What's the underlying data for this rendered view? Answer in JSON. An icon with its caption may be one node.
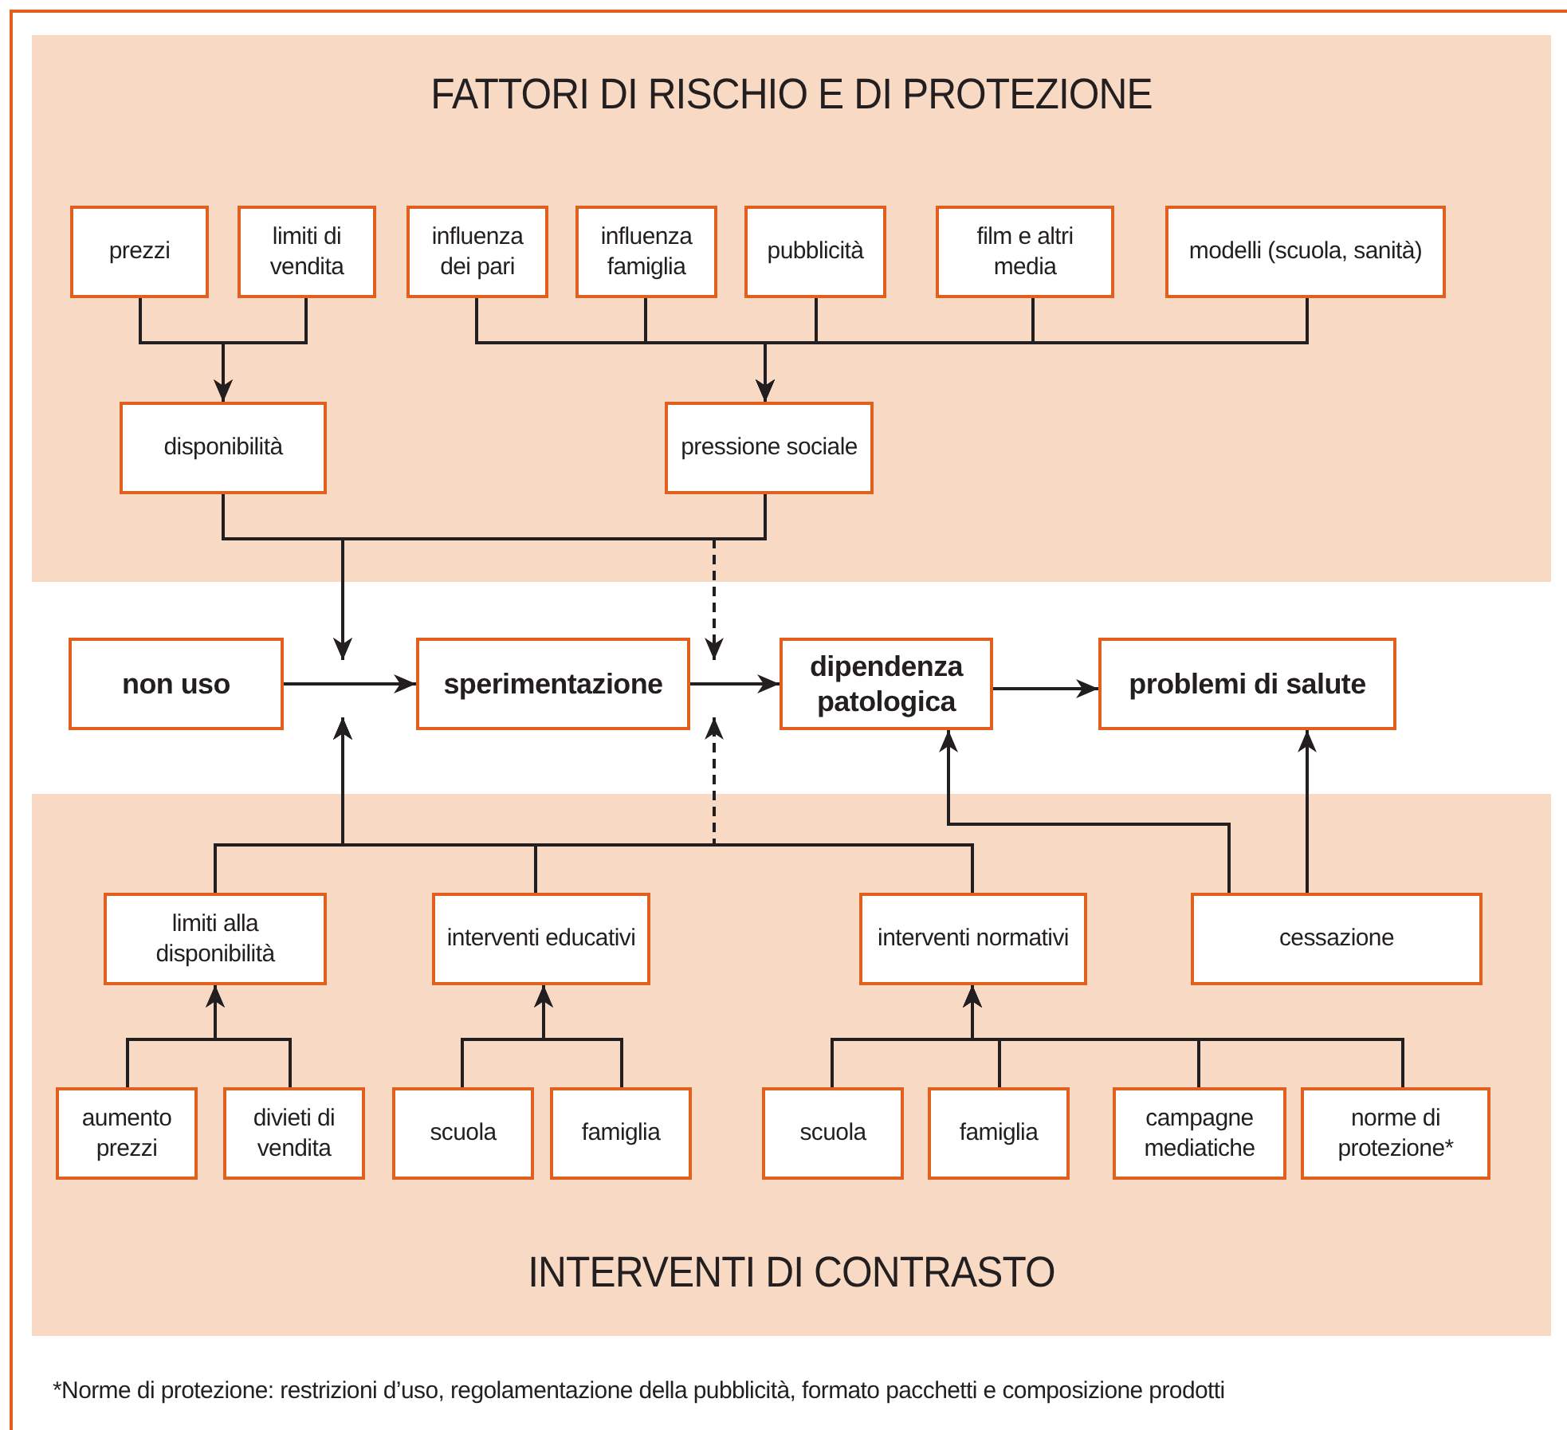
{
  "diagram": {
    "nodes": [
      {
        "text": [
          "FATTORI DI RISCHIO E DI PROTEZIONE"
        ]
      },
      {
        "text": [
          "prezzi"
        ],
        "in": 0
      },
      {
        "text": [
          "limiti di vendita"
        ],
        "in": 0
      },
      {
        "text": [
          "influenza dei pari"
        ],
        "in": 0
      },
      {
        "text": [
          "influenza famiglia"
        ],
        "in": 0
      },
      {
        "text": [
          "pubblicità"
        ],
        "in": 0
      },
      {
        "text": [
          "film e altri media"
        ],
        "in": 0
      },
      {
        "text": [
          "modelli (scuola, sanità)"
        ],
        "in": 0
      },
      {
        "text": [
          "disponibilità"
        ],
        "in": 0
      },
      {
        "text": [
          "pressione sociale"
        ],
        "in": 0
      },
      {
        "text": [
          "non uso"
        ]
      },
      {
        "text": [
          "sperimentazione"
        ]
      },
      {
        "text": [
          "dipendenza patologica"
        ]
      },
      {
        "text": [
          "problemi di salute"
        ]
      },
      {
        "text": [
          "INTERVENTI DI CONTRASTO"
        ]
      },
      {
        "text": [
          "limiti alla disponibilità"
        ],
        "in": 14
      },
      {
        "text": [
          "interventi educativi"
        ],
        "in": 14
      },
      {
        "text": [
          "interventi normativi"
        ],
        "in": 14
      },
      {
        "text": [
          "cessazione"
        ],
        "in": 14
      },
      {
        "text": [
          "aumento prezzi"
        ],
        "in": 14
      },
      {
        "text": [
          "divieti di vendita"
        ],
        "in": 14
      },
      {
        "text": [
          "scuola"
        ],
        "in": 14
      },
      {
        "text": [
          "famiglia"
        ],
        "in": 14
      },
      {
        "text": [
          "scuola"
        ],
        "in": 14
      },
      {
        "text": [
          "famiglia"
        ],
        "in": 14
      },
      {
        "text": [
          "campagne mediatiche"
        ],
        "in": 14
      },
      {
        "text": [
          "norme di protezione*"
        ],
        "in": 14
      }
    ],
    "edges": [
      {
        "from": 1,
        "to": 8,
        "arrow": "to"
      },
      {
        "from": 2,
        "to": 8,
        "arrow": "to"
      },
      {
        "from": 3,
        "to": 9,
        "arrow": "to"
      },
      {
        "from": 4,
        "to": 9,
        "arrow": "to"
      },
      {
        "from": 5,
        "to": 9,
        "arrow": "to"
      },
      {
        "from": 6,
        "to": 9,
        "arrow": "to"
      },
      {
        "from": 7,
        "to": 9,
        "arrow": "to"
      },
      {
        "from": 8,
        "to": null,
        "arrow": "to"
      },
      {
        "from": 9,
        "to": null,
        "arrow": "to"
      },
      {
        "from": 9,
        "to": 11,
        "arrow": "to",
        "style": "dashed"
      },
      {
        "from": 10,
        "to": 11,
        "arrow": "to"
      },
      {
        "from": 11,
        "to": 12,
        "arrow": "to"
      },
      {
        "from": 12,
        "to": 13,
        "arrow": "to"
      },
      {
        "from": 15,
        "to": null,
        "arrow": "to"
      },
      {
        "from": 16,
        "to": null,
        "arrow": "to"
      },
      {
        "from": 17,
        "to": null,
        "arrow": "to"
      },
      {
        "from": 17,
        "to": 11,
        "arrow": "to",
        "style": "dashed"
      },
      {
        "from": 18,
        "to": 12,
        "arrow": "to"
      },
      {
        "from": 18,
        "to": 13,
        "arrow": "to"
      },
      {
        "from": 19,
        "to": 15,
        "arrow": "to"
      },
      {
        "from": 20,
        "to": 15,
        "arrow": "to"
      },
      {
        "from": 21,
        "to": 16,
        "arrow": "to"
      },
      {
        "from": 22,
        "to": 16,
        "arrow": "to"
      },
      {
        "from": 23,
        "to": 17,
        "arrow": "to"
      },
      {
        "from": 24,
        "to": 17,
        "arrow": "to"
      },
      {
        "from": 25,
        "to": 17,
        "arrow": "to"
      },
      {
        "from": 26,
        "to": 17,
        "arrow": "to"
      }
    ],
    "labels": [
      "*Norme di protezione: restrizioni d’uso, regolamentazione della pubblicità, formato pacchetti e composizione prodotti"
    ]
  }
}
